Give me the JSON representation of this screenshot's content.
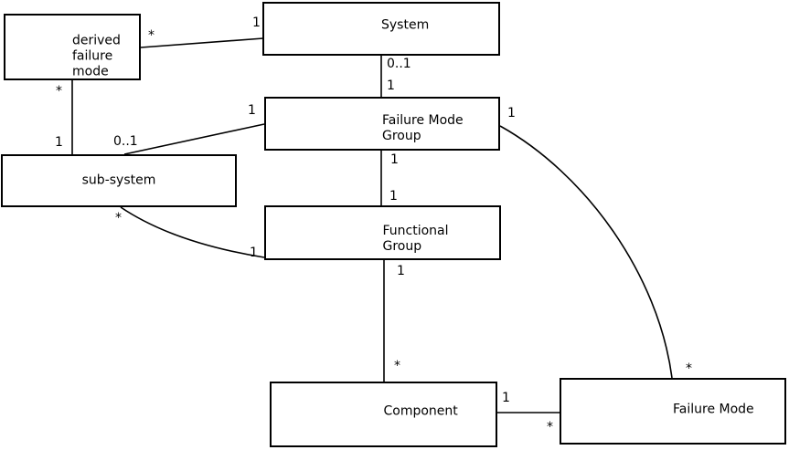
{
  "diagram": {
    "type": "uml-class-association-diagram",
    "colors": {
      "line": "#000000",
      "background": "#ffffff",
      "box_fill": "#ffffff"
    },
    "nodes": [
      {
        "id": "derived-failure-mode",
        "label": "derived\nfailure\nmode"
      },
      {
        "id": "system",
        "label": "System"
      },
      {
        "id": "failure-mode-group",
        "label": "Failure Mode\nGroup"
      },
      {
        "id": "sub-system",
        "label": "sub-system"
      },
      {
        "id": "functional-group",
        "label": "Functional\nGroup"
      },
      {
        "id": "component",
        "label": "Component"
      },
      {
        "id": "failure-mode",
        "label": "Failure Mode"
      }
    ],
    "edges": [
      {
        "from": "system",
        "to": "derived-failure-mode",
        "from_label": "1",
        "to_label": "*"
      },
      {
        "from": "system",
        "to": "failure-mode-group",
        "from_label": "0..1",
        "to_label": "1"
      },
      {
        "from": "failure-mode-group",
        "to": "sub-system",
        "from_label": "1",
        "to_label": "0..1"
      },
      {
        "from": "derived-failure-mode",
        "to": "sub-system",
        "from_label": "*",
        "to_label": "1"
      },
      {
        "from": "failure-mode-group",
        "to": "functional-group",
        "from_label": "1",
        "to_label": "1"
      },
      {
        "from": "sub-system",
        "to": "functional-group",
        "from_label": "*",
        "to_label": "1"
      },
      {
        "from": "functional-group",
        "to": "component",
        "from_label": "1",
        "to_label": "*"
      },
      {
        "from": "failure-mode-group",
        "to": "failure-mode",
        "from_label": "1",
        "to_label": "*"
      },
      {
        "from": "component",
        "to": "failure-mode",
        "from_label": "1",
        "to_label": "*"
      }
    ]
  }
}
